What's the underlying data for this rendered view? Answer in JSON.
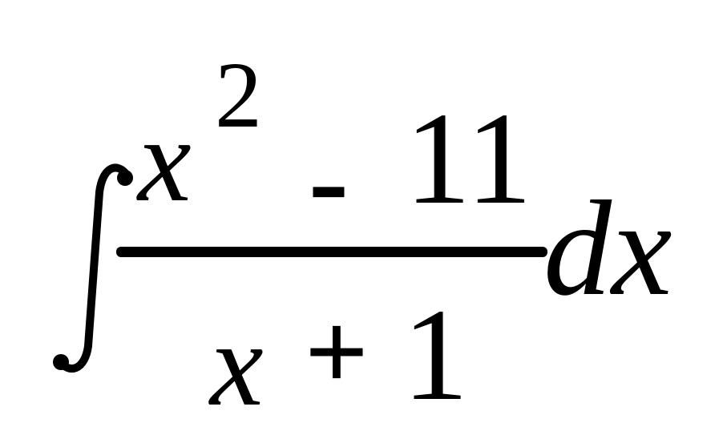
{
  "formula": {
    "integral_icon": "integral-sign-icon",
    "numerator": {
      "variable": "x",
      "exponent": "2",
      "operator": "-",
      "constant": "11"
    },
    "denominator": {
      "variable": "x",
      "operator": "+",
      "constant": "1"
    },
    "differential": "dx"
  }
}
